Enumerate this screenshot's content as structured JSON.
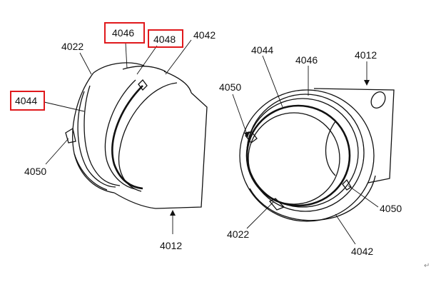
{
  "figure": {
    "highlight_color": "#e0191c",
    "line_color": "#111111",
    "left_view": {
      "labels": {
        "l4022": "4022",
        "l4046": "4046",
        "l4048": "4048",
        "l4042": "4042",
        "l4044": "4044",
        "l4050": "4050",
        "l4012": "4012"
      },
      "highlighted": [
        "4046",
        "4048",
        "4044"
      ]
    },
    "right_view": {
      "labels": {
        "r4044": "4044",
        "r4046": "4046",
        "r4012": "4012",
        "r4050a": "4050",
        "r4050b": "4050",
        "r4022": "4022",
        "r4042": "4042"
      }
    },
    "return_mark": "↵"
  }
}
